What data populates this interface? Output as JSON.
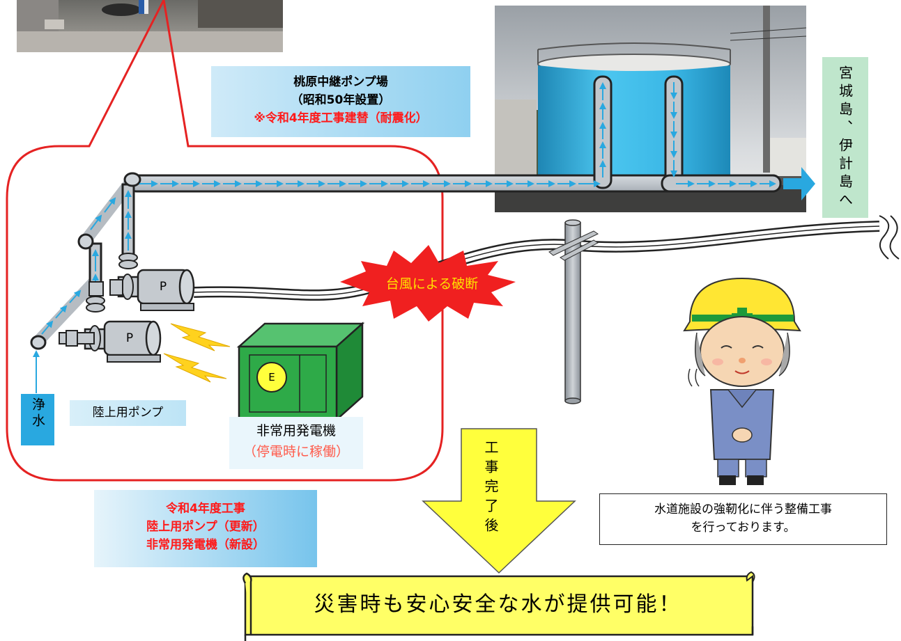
{
  "colors": {
    "boundary_red": "#e52222",
    "water_arrow": "#29a8e0",
    "tank_blue": "#35b8e8",
    "generator_green": "#2eaa48",
    "banner_yellow": "#ffff66",
    "typhoon_red": "#f02020",
    "lightning_yellow": "#ffd21e"
  },
  "station": {
    "name": "桃原中継ポンプ場",
    "built": "（昭和50年設置）",
    "note": "※令和4年度工事建替（耐震化）"
  },
  "destination": "宮城島、伊計島へ",
  "water_source": "浄水",
  "pump_label": "陸上用ポンプ",
  "pump_symbol": "P",
  "generator": {
    "symbol": "E",
    "label": "非常用発電機",
    "sublabel": "（停電時に稼働）"
  },
  "typhoon_label": "台風による破断",
  "works": {
    "line1": "令和4年度工事",
    "line2": "陸上用ポンプ（更新）",
    "line3": "非常用発電機（新設）"
  },
  "completion_arrow": "工事完了後",
  "notice": {
    "line1": "水道施設の強靭化に伴う整備工事",
    "line2": "を行っております。"
  },
  "banner": "災害時も安心安全な水が提供可能！"
}
